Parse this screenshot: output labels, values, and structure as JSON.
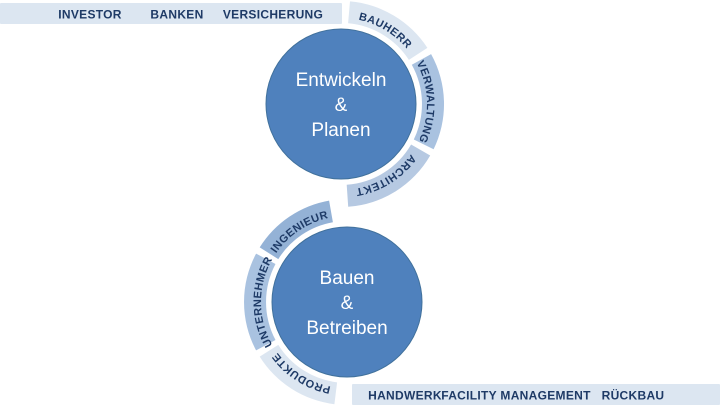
{
  "colors": {
    "background": "#ffffff",
    "circle_fill": "#4f81bd",
    "circle_stroke": "#41719c",
    "label_navy": "#1e3a66",
    "bar_fill": "#dce6f1",
    "seg_light": "#dce6f1",
    "seg_medium_light": "#b6c9e2",
    "seg_medium": "#a9c2e0",
    "seg_dark": "#94b2d6",
    "circle_text": "#ffffff"
  },
  "top_bar": {
    "items": [
      "INVESTOR",
      "BANKEN",
      "VERSICHERUNG"
    ]
  },
  "bottom_bar": {
    "items": [
      "HANDWERK",
      "FACILITY MANAGEMENT",
      "RÜCKBAU"
    ]
  },
  "top_cycle": {
    "title_lines": [
      "Entwickeln",
      "&",
      "Planen"
    ],
    "segments": [
      "BAUHERR",
      "VERWALTUNG",
      "ARCHITEKT"
    ]
  },
  "bottom_cycle": {
    "title_lines": [
      "Bauen",
      "&",
      "Betreiben"
    ],
    "segments": [
      "INGENIEUR",
      "UNTERNEHMER",
      "PRODUKTE"
    ]
  }
}
